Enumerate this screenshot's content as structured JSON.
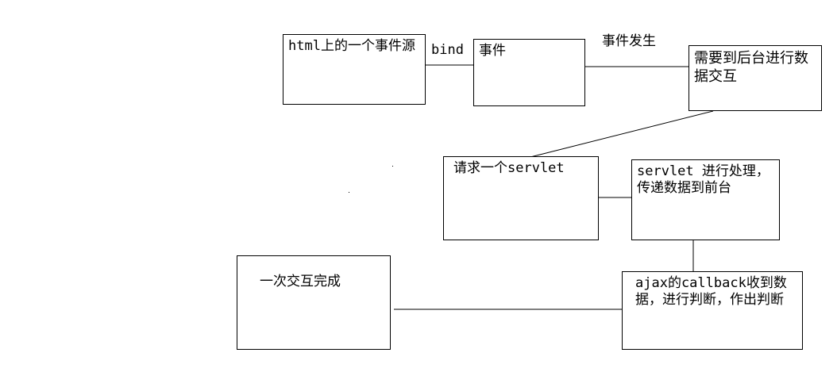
{
  "nodes": {
    "html_event_source": "html上的一个事件源",
    "event": "事件",
    "backend_interaction": "需要到后台进行数据交互",
    "request_servlet": "请求一个servlet",
    "servlet_processing": "servlet 进行处理，传递数据到前台",
    "ajax_callback": "ajax的callback收到数据，进行判断，作出判断",
    "interaction_complete": "一次交互完成"
  },
  "edge_labels": {
    "bind": "bind",
    "event_occurs": "事件发生"
  },
  "colors": {
    "line": "#000000",
    "background": "#ffffff"
  }
}
